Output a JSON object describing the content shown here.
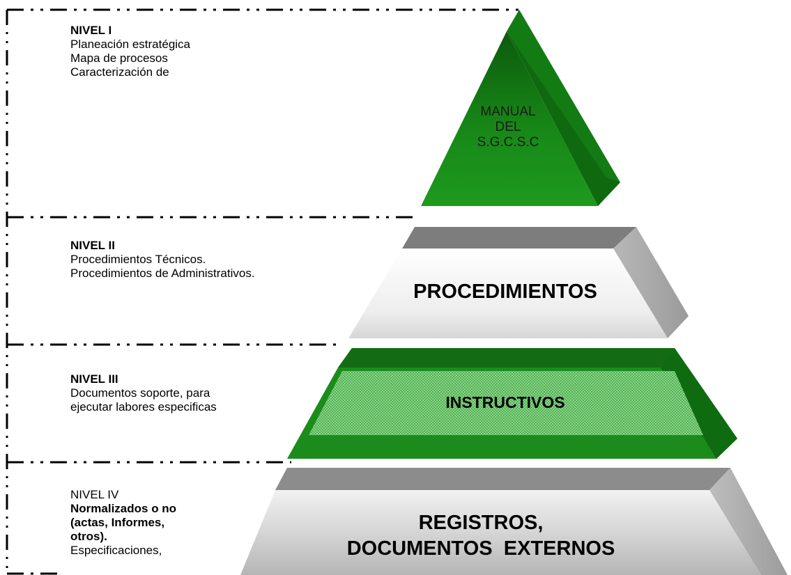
{
  "levels": [
    {
      "heading": "NIVEL I",
      "lines": [
        "Planeación estratégica",
        "Mapa de procesos",
        "Caracterización de"
      ]
    },
    {
      "heading": "NIVEL II",
      "lines": [
        "Procedimientos Técnicos.",
        "Procedimientos de Administrativos."
      ]
    },
    {
      "heading": "NIVEL III",
      "lines": [
        "Documentos soporte, para",
        "ejecutar labores especificas"
      ]
    },
    {
      "heading": "NIVEL IV",
      "bold_lines": [
        "Normalizados o no",
        "(actas, Informes,",
        "otros)."
      ],
      "lines": [
        "Especificaciones,"
      ]
    }
  ],
  "pyramid": {
    "apex_lines": [
      "MANUAL",
      "DEL",
      "S.G.C.S.C"
    ],
    "tier2": "PROCEDIMIENTOS",
    "tier3": "INSTRUCTIVOS",
    "tier4_lines": [
      "REGISTROS,",
      "DOCUMENTOS  EXTERNOS"
    ]
  },
  "colors": {
    "apex_green": "#1f8f1f",
    "apex_dark": "#0b4d0b",
    "tier3_green": "#1a8a1a",
    "tier2_grey": "#7a7a7a",
    "tier4_grey": "#8c8c8c"
  }
}
